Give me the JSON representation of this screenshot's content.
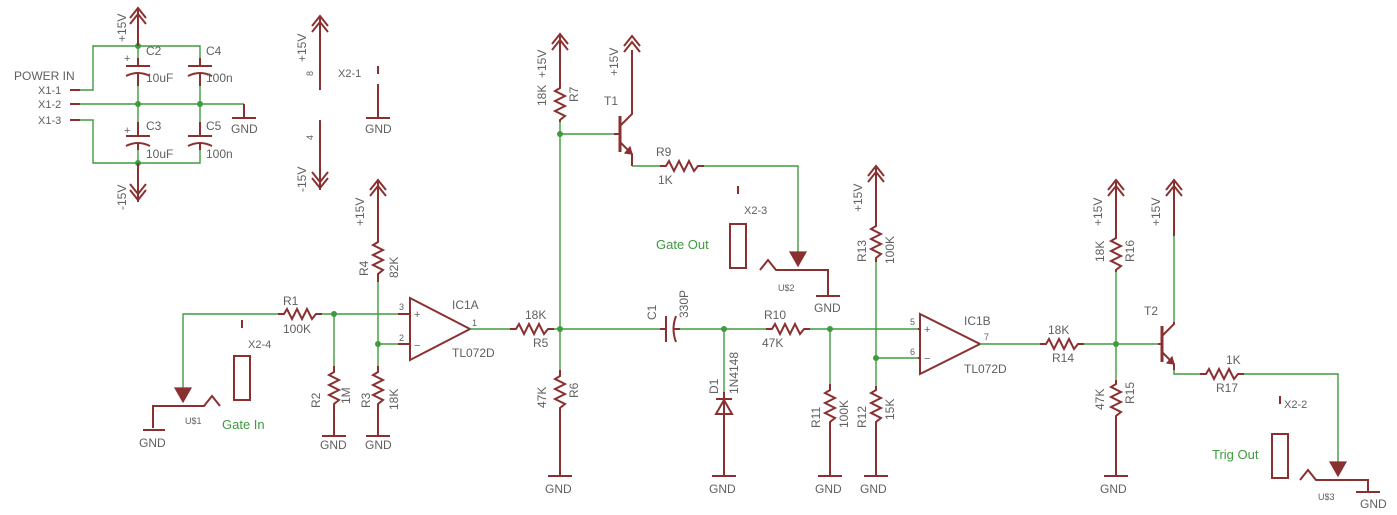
{
  "labels": {
    "power_in": "POWER IN",
    "x1_1": "X1-1",
    "x1_2": "X1-2",
    "x1_3": "X1-3",
    "c2": "C2",
    "c2_val": "10uF",
    "c4": "C4",
    "c4_val": "100n",
    "c3": "C3",
    "c3_val": "10uF",
    "c5": "C5",
    "c5_val": "100n",
    "plus15v": "+15V",
    "minus15v": "-15V",
    "gnd": "GND",
    "pin8": "8",
    "pin4": "4",
    "x2_1": "X2-1",
    "x2_2": "X2-2",
    "x2_3": "X2-3",
    "x2_4": "X2-4",
    "r1": "R1",
    "r1_val": "100K",
    "r2": "R2",
    "r2_val": "1M",
    "r3": "R3",
    "r3_val": "18K",
    "r4": "R4",
    "r4_val": "82K",
    "r5": "R5",
    "r5_val": "18K",
    "r6": "R6",
    "r6_val": "47K",
    "r7": "R7",
    "r7_val": "18K",
    "r9": "R9",
    "r9_val": "1K",
    "r10": "R10",
    "r10_val": "47K",
    "r11": "R11",
    "r11_val": "100K",
    "r12": "R12",
    "r12_val": "15K",
    "r13": "R13",
    "r13_val": "100K",
    "r14": "R14",
    "r14_val": "18K",
    "r15": "R15",
    "r15_val": "47K",
    "r16": "R16",
    "r16_val": "18K",
    "r17": "R17",
    "r17_val": "1K",
    "c1": "C1",
    "c1_val": "330P",
    "d1": "D1",
    "d1_val": "1N4148",
    "t1": "T1",
    "t2": "T2",
    "ic1a": "IC1A",
    "ic1b": "IC1B",
    "opamp_part": "TL072D",
    "pin1": "1",
    "pin2": "2",
    "pin3": "3",
    "pin5": "5",
    "pin6": "6",
    "pin7": "7",
    "plus_sign": "+",
    "minus_sign": "−",
    "gate_in": "Gate In",
    "gate_out": "Gate Out",
    "trig_out": "Trig Out",
    "us1": "U$1",
    "us2": "U$2",
    "us3": "U$3"
  },
  "colors": {
    "wire": "#3e9b3e",
    "part": "#8b3030",
    "label_text": "#606060",
    "net_label": "#3e9b3e",
    "background": "#ffffff"
  }
}
